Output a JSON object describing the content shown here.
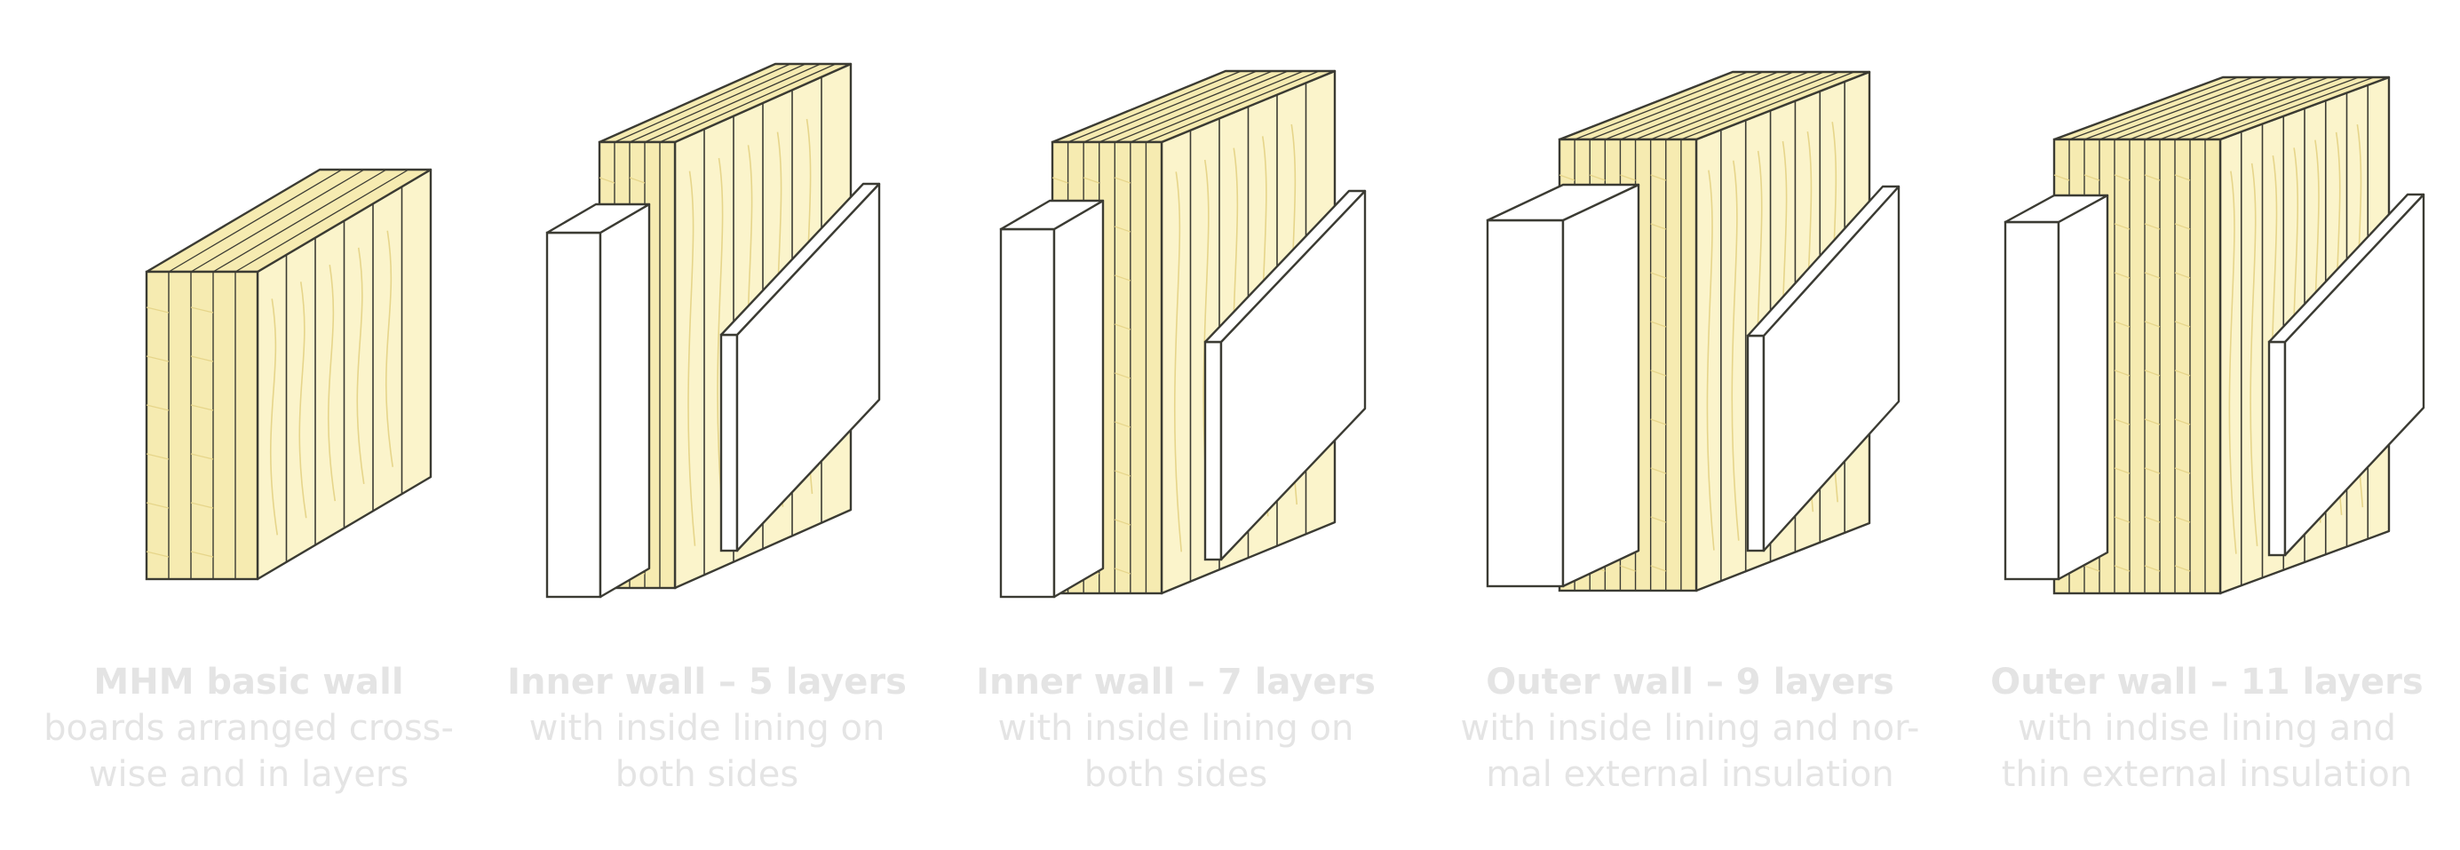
{
  "colors": {
    "wood_light": "#fbf4cb",
    "wood_edge": "#f6ebb1",
    "wood_grain": "#e6d58a",
    "outline": "#3b3b33",
    "lining": "#ffffff",
    "caption_text": "#e4e4e4"
  },
  "walls": [
    {
      "title": "MHM basic wall",
      "lines": [
        "boards arranged cross-",
        "wise and in layers"
      ],
      "layers": 5,
      "lining_inside": false,
      "lining_outside": false
    },
    {
      "title": "Inner wall – 5 layers",
      "lines": [
        "with inside lining on",
        "both sides"
      ],
      "layers": 5,
      "lining_inside": true,
      "lining_outside": true
    },
    {
      "title": "Inner wall – 7 layers",
      "lines": [
        "with inside lining on",
        "both sides"
      ],
      "layers": 7,
      "lining_inside": true,
      "lining_outside": true
    },
    {
      "title": "Outer wall – 9 layers",
      "lines": [
        "with inside lining and nor-",
        "mal external insulation"
      ],
      "layers": 9,
      "lining_inside": true,
      "lining_outside": true
    },
    {
      "title": "Outer wall – 11 layers",
      "lines": [
        "with indise lining and",
        "thin external insulation"
      ],
      "layers": 11,
      "lining_inside": true,
      "lining_outside": true
    }
  ]
}
